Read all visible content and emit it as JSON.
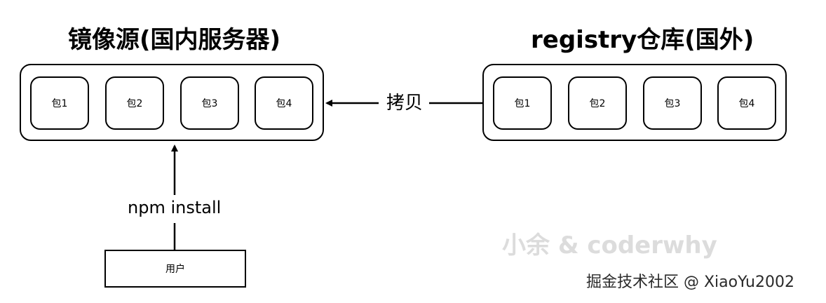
{
  "mirror": {
    "title": "镜像源(国内服务器)",
    "packages": [
      "包1",
      "包2",
      "包3",
      "包4"
    ]
  },
  "registry": {
    "title": "registry仓库(国外)",
    "packages": [
      "包1",
      "包2",
      "包3",
      "包4"
    ]
  },
  "copy_label": "拷贝",
  "install_label": "npm install",
  "user_label": "用户",
  "watermark": "小余 & coderwhy",
  "footer_credit": "掘金技术社区 @ XiaoYu2002"
}
